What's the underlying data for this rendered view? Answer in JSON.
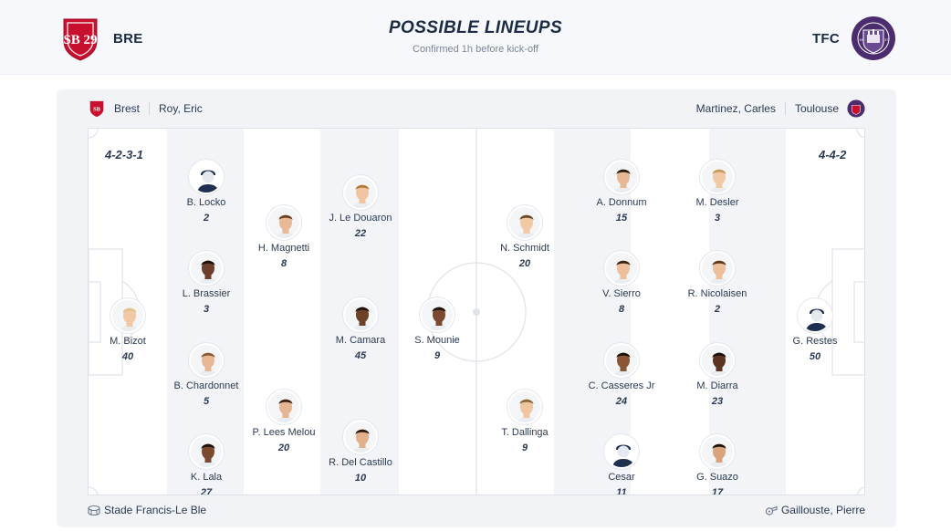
{
  "header": {
    "title": "POSSIBLE LINEUPS",
    "subtitle": "Confirmed 1h before kick-off",
    "home_code": "BRE",
    "away_code": "TFC",
    "home_logo_text": "SB 29",
    "away_logo_text": "TOULOUSE FOOTBALL CLUB",
    "away_logo_year_left": "19",
    "away_logo_year_right": "37"
  },
  "info": {
    "home_team": "Brest",
    "home_coach": "Roy, Eric",
    "away_coach": "Martinez, Carles",
    "away_team": "Toulouse"
  },
  "formations": {
    "home": "4-2-3-1",
    "away": "4-4-2"
  },
  "colors": {
    "home_red": "#c8102e",
    "away_purple": "#4b2c6e",
    "text": "#1b2b44"
  },
  "home_players": [
    {
      "name": "M. Bizot",
      "number": "40",
      "skin": "#f1c9a5",
      "hair": "#e0c18a",
      "silhouette": false
    },
    {
      "name": "B. Locko",
      "number": "2",
      "skin": "#dfe3ea",
      "hair": "#223152",
      "silhouette": true
    },
    {
      "name": "L. Brassier",
      "number": "3",
      "skin": "#6b3f2a",
      "hair": "#1c120c",
      "silhouette": false
    },
    {
      "name": "B. Chardonnet",
      "number": "5",
      "skin": "#e8b896",
      "hair": "#8a5a32",
      "silhouette": false
    },
    {
      "name": "K. Lala",
      "number": "27",
      "skin": "#7a4a30",
      "hair": "#1c120c",
      "silhouette": false
    },
    {
      "name": "H. Magnetti",
      "number": "8",
      "skin": "#e9b997",
      "hair": "#6a3f22",
      "silhouette": false
    },
    {
      "name": "P. Lees Melou",
      "number": "20",
      "skin": "#e6b592",
      "hair": "#3a2416",
      "silhouette": false
    },
    {
      "name": "J. Le Douaron",
      "number": "22",
      "skin": "#f0c6a2",
      "hair": "#b57a3a",
      "silhouette": false
    },
    {
      "name": "M. Camara",
      "number": "45",
      "skin": "#6e4129",
      "hair": "#1c120c",
      "silhouette": false
    },
    {
      "name": "R. Del Castillo",
      "number": "10",
      "skin": "#e2b08c",
      "hair": "#2b1a10",
      "silhouette": false
    },
    {
      "name": "S. Mounie",
      "number": "9",
      "skin": "#7b4a2e",
      "hair": "#1c120c",
      "silhouette": false
    }
  ],
  "away_players": [
    {
      "name": "G. Restes",
      "number": "50",
      "skin": "#dfe3ea",
      "hair": "#223152",
      "silhouette": true
    },
    {
      "name": "M. Desler",
      "number": "3",
      "skin": "#f1c9a5",
      "hair": "#c99a5a",
      "silhouette": false
    },
    {
      "name": "R. Nicolaisen",
      "number": "2",
      "skin": "#eebf9b",
      "hair": "#5a3a1e",
      "silhouette": false
    },
    {
      "name": "M. Diarra",
      "number": "23",
      "skin": "#5c3522",
      "hair": "#1c120c",
      "silhouette": false
    },
    {
      "name": "G. Suazo",
      "number": "17",
      "skin": "#d9a37c",
      "hair": "#1c120c",
      "silhouette": false
    },
    {
      "name": "A. Donnum",
      "number": "15",
      "skin": "#e8b896",
      "hair": "#2b1a10",
      "silhouette": false
    },
    {
      "name": "V. Sierro",
      "number": "8",
      "skin": "#eebf9b",
      "hair": "#3a2416",
      "silhouette": false
    },
    {
      "name": "C. Casseres Jr",
      "number": "24",
      "skin": "#8a5636",
      "hair": "#1c120c",
      "silhouette": false
    },
    {
      "name": "Cesar",
      "number": "11",
      "skin": "#dfe3ea",
      "hair": "#223152",
      "silhouette": true
    },
    {
      "name": "N. Schmidt",
      "number": "20",
      "skin": "#f1c9a5",
      "hair": "#6a4a2a",
      "silhouette": false
    },
    {
      "name": "T. Dallinga",
      "number": "9",
      "skin": "#f0c6a2",
      "hair": "#8a6a3a",
      "silhouette": false
    }
  ],
  "footer": {
    "stadium": "Stade Francis-Le Ble",
    "referee": "Gaillouste, Pierre"
  }
}
